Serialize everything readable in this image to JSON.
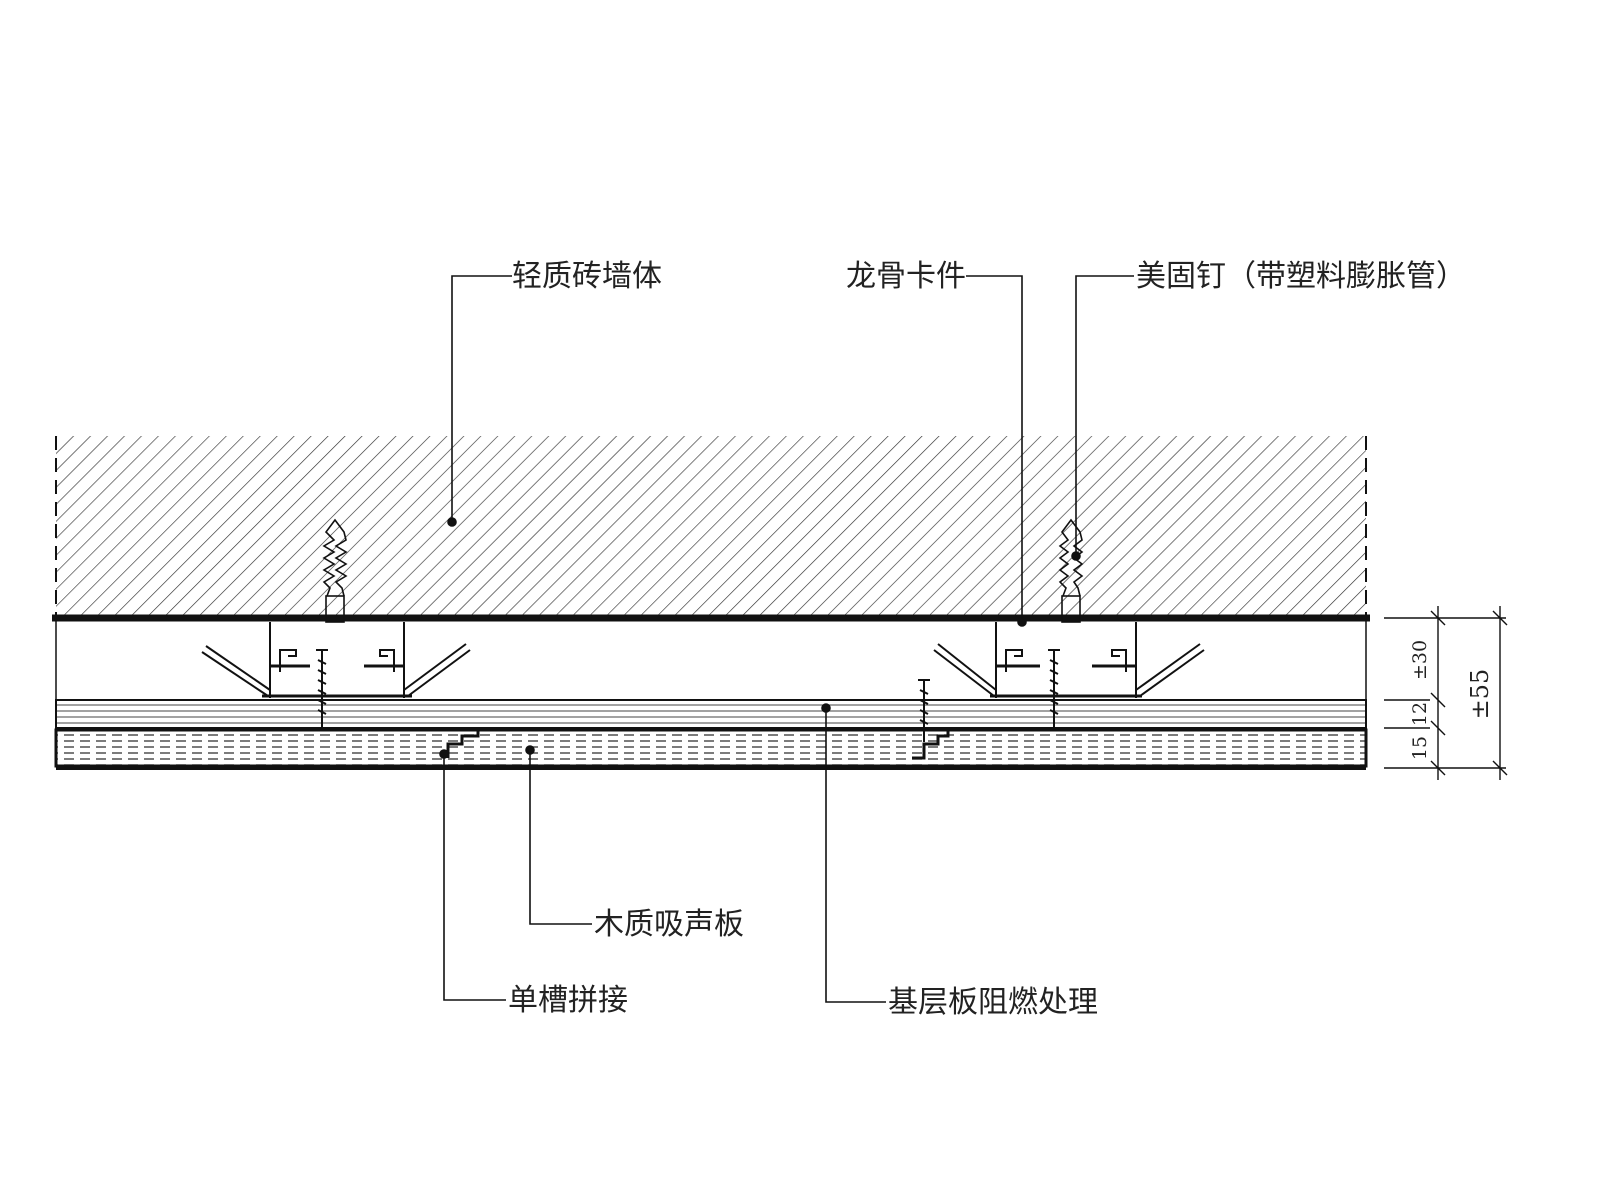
{
  "callouts": {
    "brick_wall": "轻质砖墙体",
    "keel_clip": "龙骨卡件",
    "anchor": "美固钉（带塑料膨胀管）",
    "wood_panel": "木质吸声板",
    "groove_joint": "单槽拼接",
    "base_board": "基层板阻燃处理"
  },
  "dimensions": {
    "keel_gap": "±30",
    "base_board": "12",
    "panel": "15",
    "total": "±55"
  },
  "colors": {
    "line": "#111111",
    "text": "#222222",
    "background": "#ffffff"
  }
}
